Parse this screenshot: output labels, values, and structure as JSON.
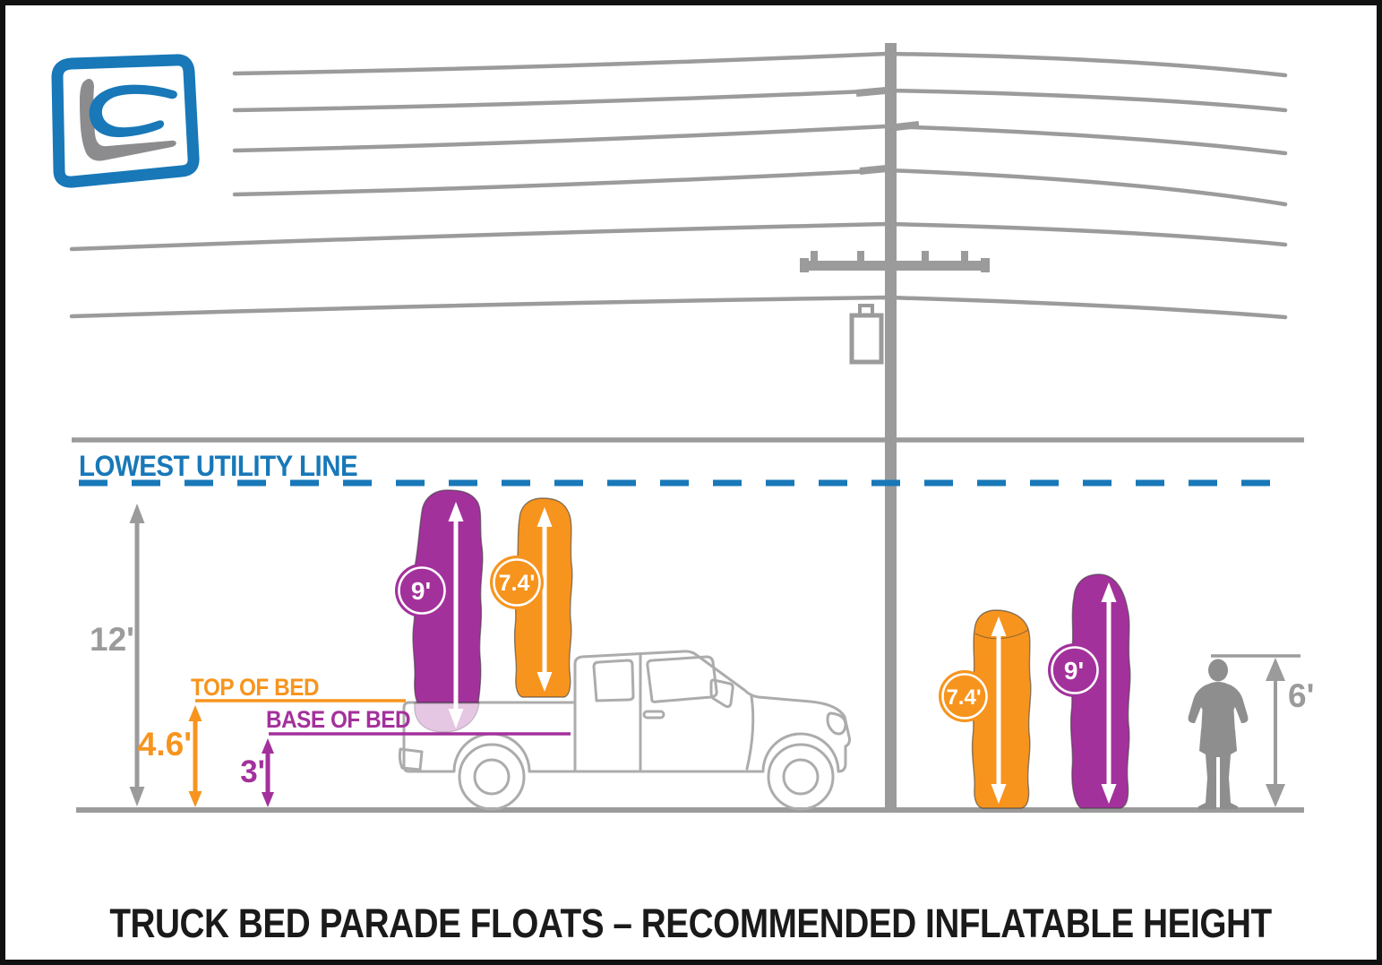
{
  "title": "TRUCK BED PARADE FLOATS – RECOMMENDED INFLATABLE HEIGHT",
  "icons": {
    "logo": "lc-logo"
  },
  "colors": {
    "orange": "#F7941E",
    "purple": "#A3319C",
    "blue": "#1878B8",
    "gray": "#9B9B9B",
    "title_text": "#1A1A1A"
  },
  "annotations": {
    "lowest_utility_line": "LOWEST UTILITY LINE",
    "clearance_height": "12'",
    "top_of_bed_label": "TOP OF BED",
    "top_of_bed_height": "4.6'",
    "base_of_bed_label": "BASE OF BED",
    "base_of_bed_height": "3'",
    "person_height": "6'"
  },
  "inflatables": {
    "on_truck": [
      {
        "label": "9'",
        "color": "#A3319C"
      },
      {
        "label": "7.4'",
        "color": "#F7941E"
      }
    ],
    "on_ground": [
      {
        "label": "7.4'",
        "color": "#F7941E"
      },
      {
        "label": "9'",
        "color": "#A3319C"
      }
    ]
  }
}
